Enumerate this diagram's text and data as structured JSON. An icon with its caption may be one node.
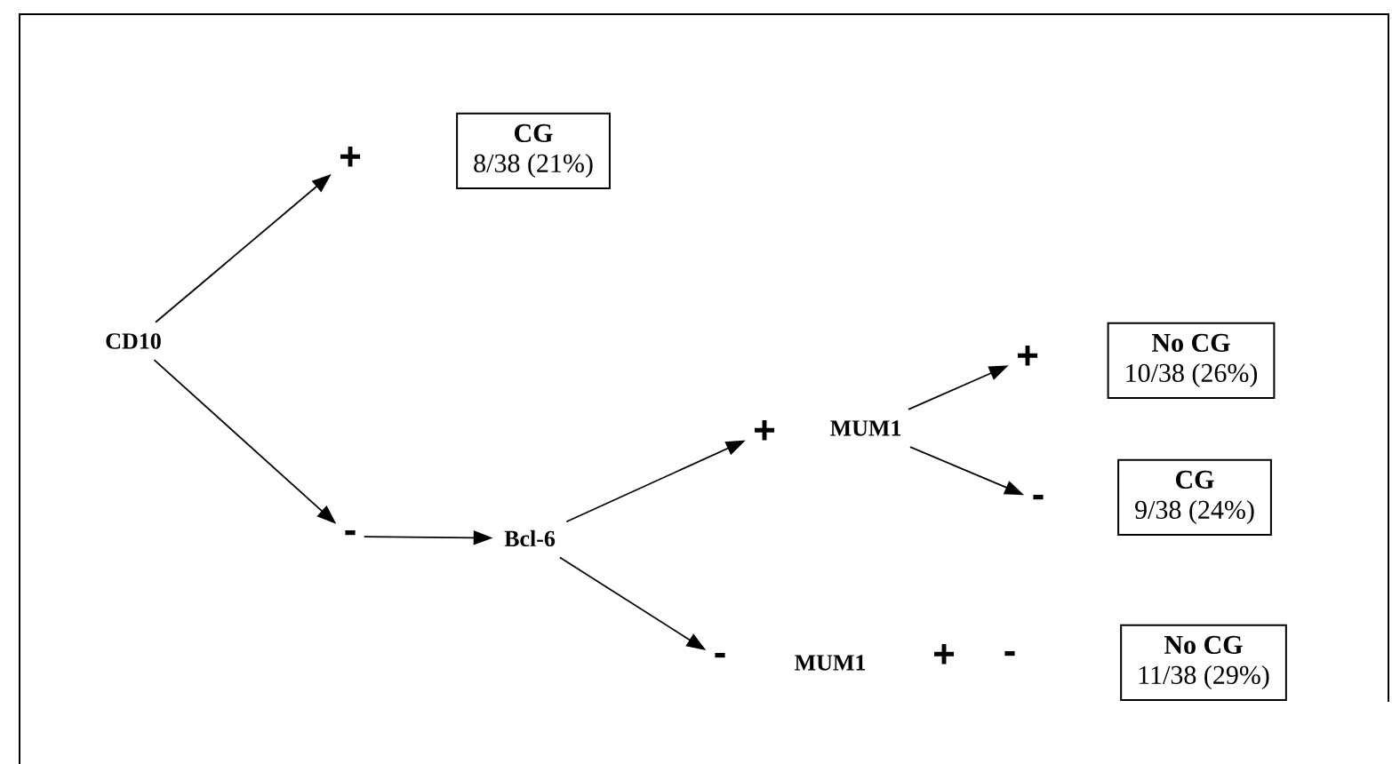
{
  "diagram": {
    "nodes": [
      {
        "text": [
          "CD10"
        ]
      },
      {
        "text": [
          "+"
        ]
      },
      {
        "text": [
          "CG",
          "8/38 (21%)"
        ]
      },
      {
        "text": [
          "-"
        ]
      },
      {
        "text": [
          "Bcl-6"
        ]
      },
      {
        "text": [
          "+"
        ]
      },
      {
        "text": [
          "MUM1"
        ]
      },
      {
        "text": [
          "+"
        ]
      },
      {
        "text": [
          "No CG",
          "10/38 (26%)"
        ]
      },
      {
        "text": [
          "-"
        ]
      },
      {
        "text": [
          "CG",
          "9/38 (24%)"
        ]
      },
      {
        "text": [
          "-"
        ]
      },
      {
        "text": [
          "No CG",
          "11/38 (29%)"
        ]
      }
    ],
    "edges": [
      {
        "from": 0,
        "to": 1,
        "arrow": "to"
      },
      {
        "from": 0,
        "to": 3,
        "arrow": "to"
      },
      {
        "from": 3,
        "to": 4,
        "arrow": "to"
      },
      {
        "from": 4,
        "to": 5,
        "arrow": "to"
      },
      {
        "from": 4,
        "to": 11,
        "arrow": "to"
      },
      {
        "from": 6,
        "to": 7,
        "arrow": "to"
      },
      {
        "from": 6,
        "to": 9,
        "arrow": "to"
      }
    ],
    "labels": [
      "MUM1",
      "+",
      "-"
    ]
  }
}
